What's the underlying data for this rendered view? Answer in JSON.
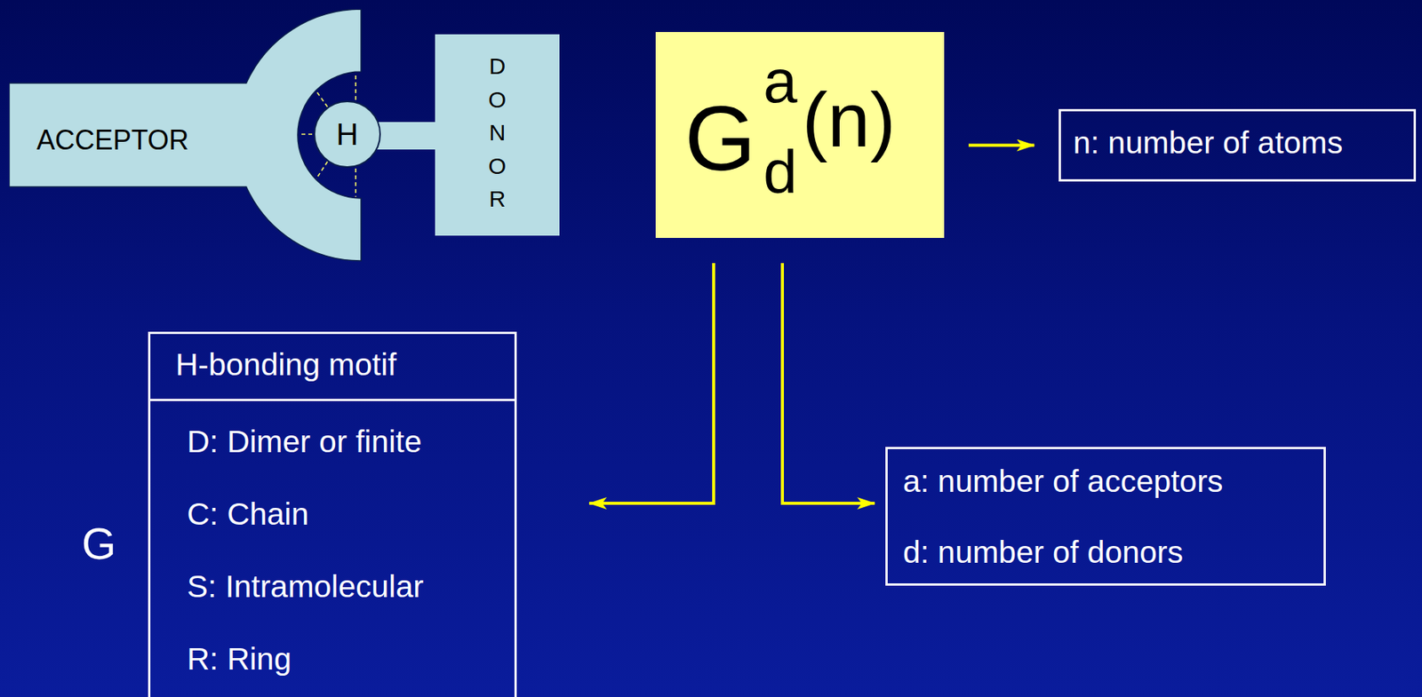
{
  "diagram": {
    "nodes": [
      {
        "text": [
          "ACCEPTOR"
        ]
      },
      {
        "text": [
          "H"
        ]
      },
      {
        "text": [
          "DONOR"
        ]
      },
      {
        "text": [
          "G",
          "a",
          "d",
          "(n)"
        ]
      },
      {
        "text": [
          "n: number of atoms"
        ]
      },
      {
        "text": [
          "H-bonding motif",
          "D: Dimer or finite",
          "C: Chain",
          "S: Intramolecular",
          "R: Ring"
        ]
      },
      {
        "text": [
          "a: number of acceptors",
          "d: number of donors"
        ]
      }
    ],
    "edges": [
      {
        "from": 3,
        "to": 4,
        "arrow": "to"
      },
      {
        "from": 3,
        "to": 5,
        "arrow": "to"
      },
      {
        "from": 3,
        "to": 6,
        "arrow": "to"
      }
    ],
    "labels": [
      "G"
    ]
  }
}
